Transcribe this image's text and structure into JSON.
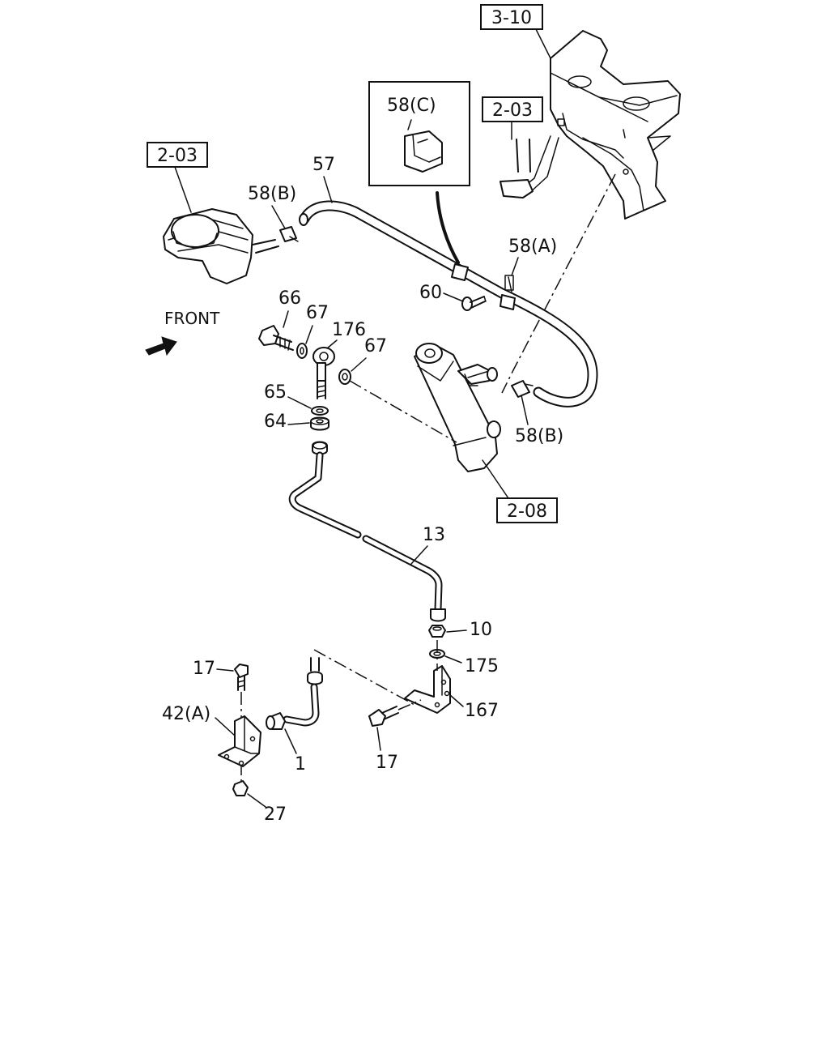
{
  "refs": {
    "r3_10": "3-10",
    "r2_03_pedal": "2-03",
    "r2_03_tank": "2-03",
    "r2_08": "2-08"
  },
  "inset_label": "58(C)",
  "front_label": "FRONT",
  "callouts": {
    "c57": "57",
    "c58b_top": "58(B)",
    "c58a": "58(A)",
    "c60": "60",
    "c66": "66",
    "c67a": "67",
    "c176": "176",
    "c67b": "67",
    "c65": "65",
    "c64": "64",
    "c58b_low": "58(B)",
    "c13": "13",
    "c10": "10",
    "c175": "175",
    "c167": "167",
    "c17a": "17",
    "c42a": "42(A)",
    "c1": "1",
    "c17b": "17",
    "c27": "27"
  }
}
